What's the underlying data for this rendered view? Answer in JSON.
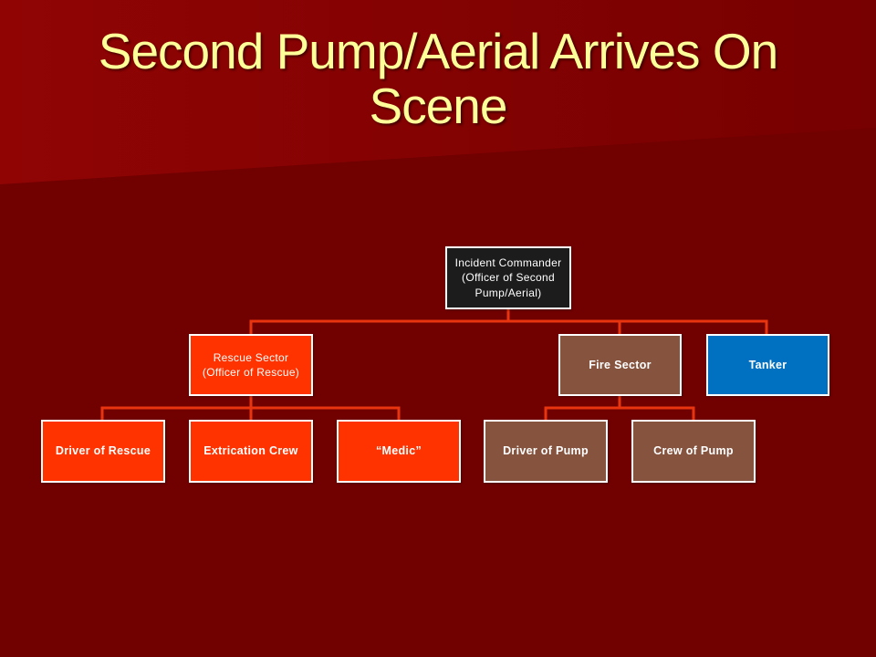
{
  "slide": {
    "title": "Second Pump/Aerial Arrives On Scene",
    "colors": {
      "background": "#710000",
      "title_text": "#ffff99",
      "connector": "#e8340f"
    }
  },
  "org_chart": {
    "incident_commander": {
      "lines": [
        "Incident Commander",
        "(Officer of Second",
        "Pump/Aerial)"
      ],
      "color": "#1c1c1c"
    },
    "rescue_sector": {
      "lines": [
        "Rescue Sector",
        "(Officer of Rescue)"
      ],
      "color": "#ff3300",
      "members": [
        {
          "label": "Driver of Rescue",
          "color": "#ff3300"
        },
        {
          "label": "Extrication Crew",
          "color": "#ff3300"
        },
        {
          "label": "“Medic”",
          "color": "#ff3300"
        }
      ]
    },
    "fire_sector": {
      "label": "Fire Sector",
      "color": "#86533f",
      "members": [
        {
          "label": "Driver of Pump",
          "color": "#86533f"
        },
        {
          "label": "Crew of Pump",
          "color": "#86533f"
        }
      ]
    },
    "tanker": {
      "label": "Tanker",
      "color": "#0070c0"
    }
  }
}
